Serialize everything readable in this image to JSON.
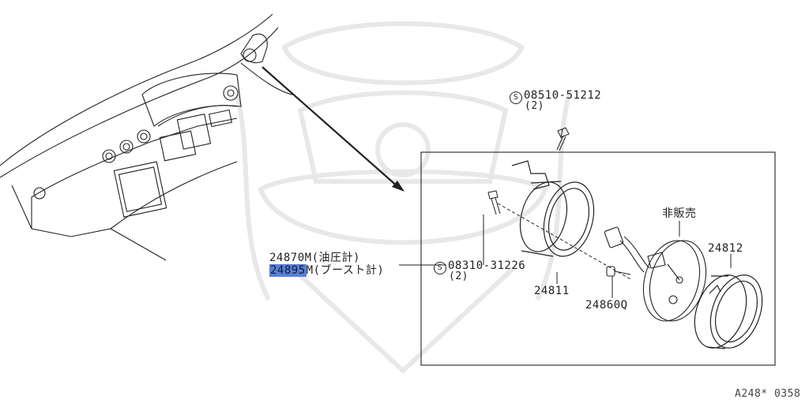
{
  "diagram": {
    "parts": {
      "screw_top_code": "08510-51212",
      "screw_top_qty": "(2)",
      "screw_left_code": "08310-31226",
      "screw_left_qty": "(2)",
      "case": "24811",
      "bezel_ring": "24812",
      "bulb": "24860Q",
      "not_for_sale": "非販売",
      "oil_gauge_code": "24870M",
      "oil_gauge_name": "(油圧計)",
      "boost_gauge_code": "24895",
      "boost_gauge_suffix": "M",
      "boost_gauge_name": "(ブースト計)"
    },
    "symbol_s": "S",
    "footer_code": "A248* 0358",
    "colors": {
      "line": "#222222",
      "highlight": "#5a7fd6",
      "watermark": "#e3e3e3"
    }
  }
}
